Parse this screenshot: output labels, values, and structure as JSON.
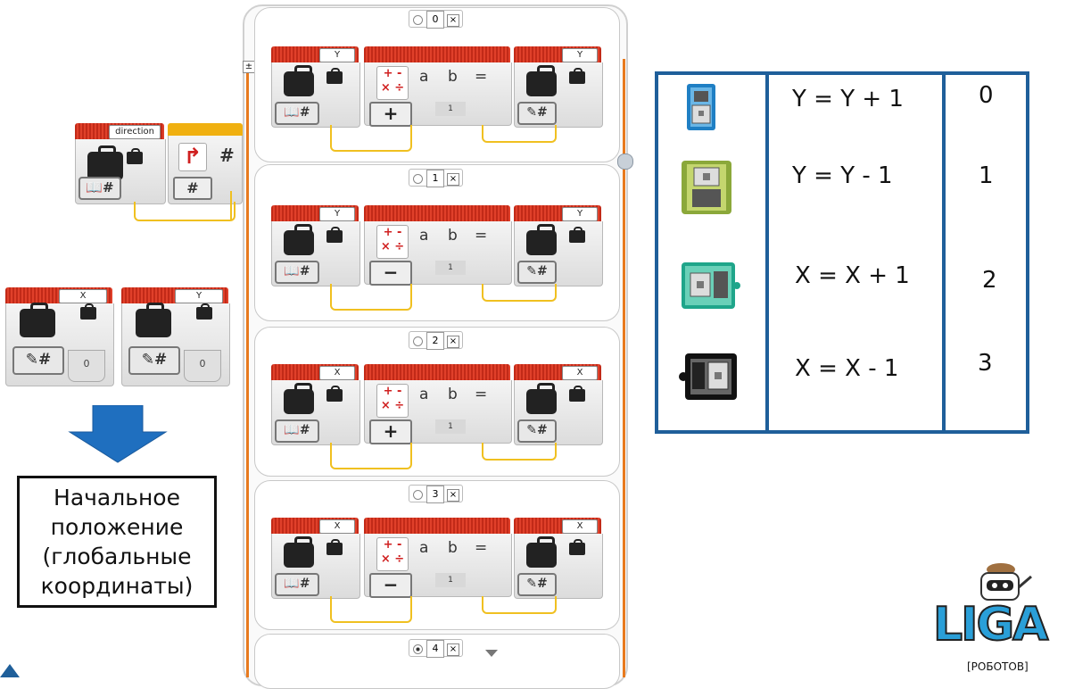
{
  "direction_block": {
    "label": "direction",
    "mode": "#",
    "loop_mode": "#"
  },
  "global_vars": [
    {
      "label": "X",
      "mode": "✎#",
      "value": "0"
    },
    {
      "label": "Y",
      "mode": "✎#",
      "value": "0"
    }
  ],
  "initial_position_caption": "Начальное положение (глобальные координаты)",
  "switch": {
    "plus_marker": "±",
    "cases": [
      {
        "number": "0",
        "var": "Y",
        "op": "+",
        "b_value": "1"
      },
      {
        "number": "1",
        "var": "Y",
        "op": "−",
        "b_value": "1"
      },
      {
        "number": "2",
        "var": "X",
        "op": "+",
        "b_value": "1"
      },
      {
        "number": "3",
        "var": "X",
        "op": "−",
        "b_value": "1"
      },
      {
        "number": "4"
      }
    ],
    "math_labels": {
      "ops": "+ -\n× ÷",
      "a": "a",
      "b": "b",
      "eq": "="
    },
    "read_mode": "📖#",
    "write_mode": "✎#",
    "close_symbol": "×"
  },
  "table": {
    "rows": [
      {
        "formula": "Y = Y + 1",
        "code": "0",
        "icon": "robot-up-icon"
      },
      {
        "formula": "Y = Y - 1",
        "code": "1",
        "icon": "robot-down-icon"
      },
      {
        "formula": "X = X + 1",
        "code": "2",
        "icon": "robot-right-icon"
      },
      {
        "formula": "X = X - 1",
        "code": "3",
        "icon": "robot-left-icon"
      }
    ]
  },
  "logo": {
    "main": "LIGA",
    "sub": "[РОБОТОВ]"
  },
  "colors": {
    "block_red": "#d8301e",
    "wire_yellow": "#f0c020",
    "table_blue": "#1f5f9a",
    "arrow_blue": "#1f6fbf",
    "switch_orange": "#e87a1e"
  }
}
